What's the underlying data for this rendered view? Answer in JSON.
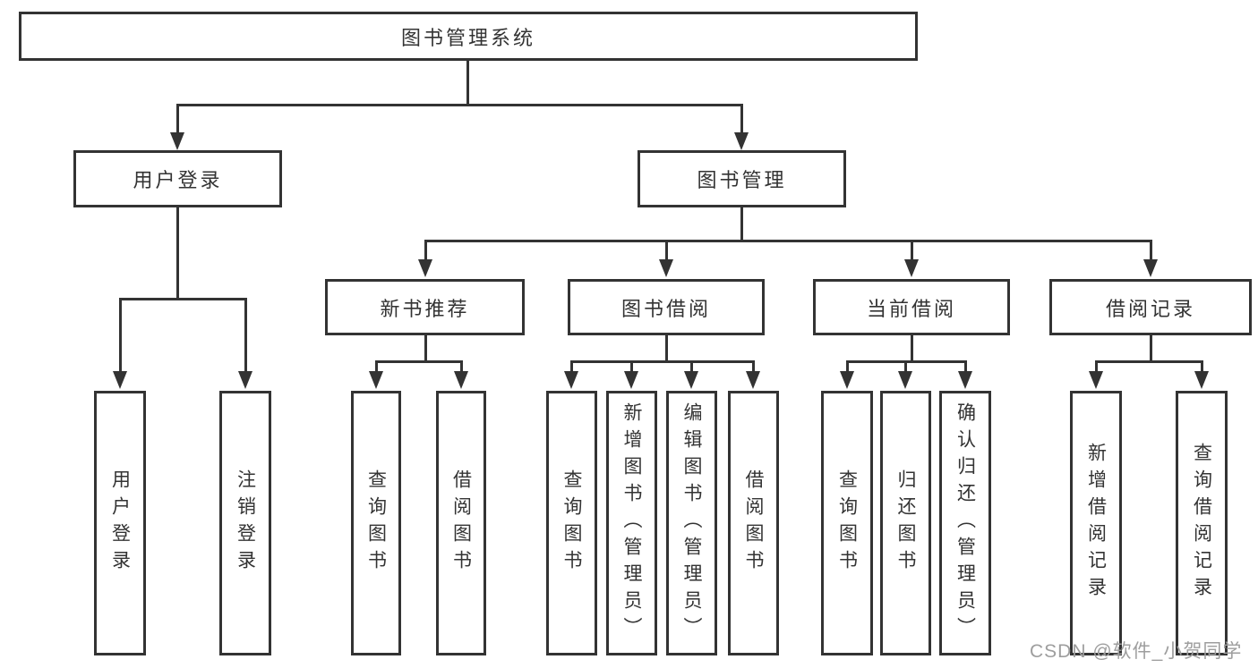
{
  "nodes": {
    "root": "图书管理系统",
    "login": "用户登录",
    "manage": "图书管理",
    "l3": [
      "新书推荐",
      "图书借阅",
      "当前借阅",
      "借阅记录"
    ],
    "login_children": [
      "用户登录",
      "注销登录"
    ],
    "recommend_children": [
      "查询图书",
      "借阅图书"
    ],
    "borrow_children": [
      "查询图书",
      "新增图书（管理员）",
      "编辑图书（管理员）",
      "借阅图书"
    ],
    "current_children": [
      "查询图书",
      "归还图书",
      "确认归还（管理员）"
    ],
    "record_children": [
      "新增借阅记录",
      "查询借阅记录"
    ]
  },
  "watermark": "CSDN @软件_小贺同学",
  "colors": {
    "line": "#333333",
    "text": "#333333",
    "watermark": "#9e9e9e",
    "background": "#ffffff"
  }
}
